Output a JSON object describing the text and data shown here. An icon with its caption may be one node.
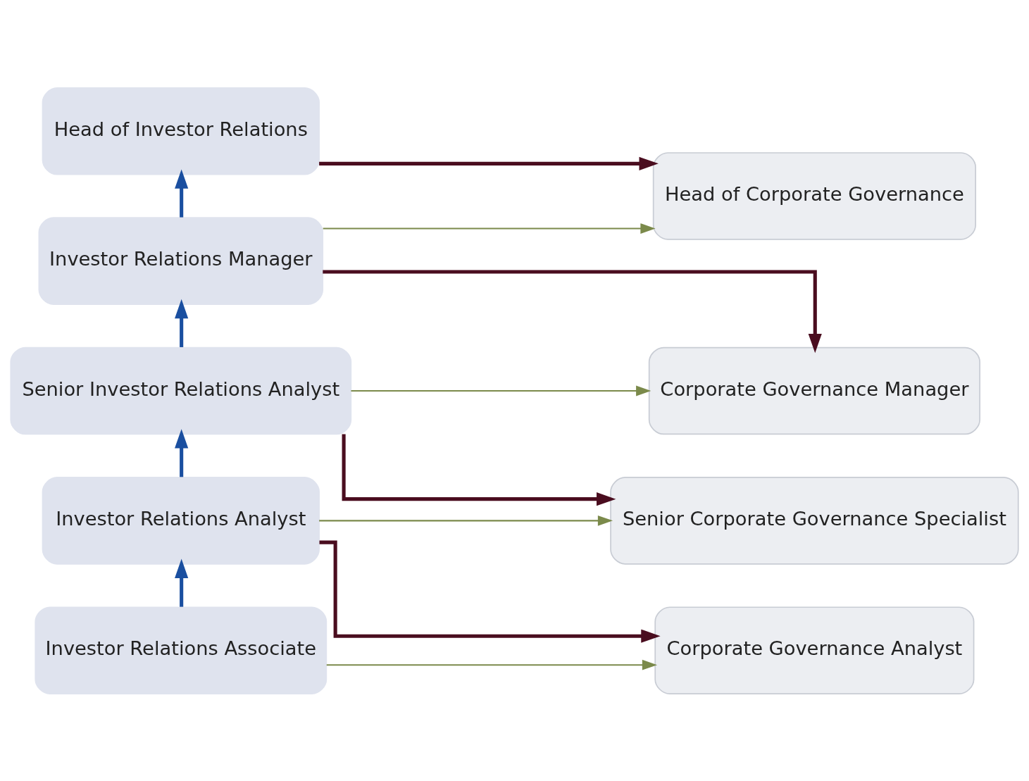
{
  "diagram": {
    "nodes": [
      {
        "text": [
          "Head of Investor Relations"
        ]
      },
      {
        "text": [
          "Investor Relations Manager"
        ]
      },
      {
        "text": [
          "Senior Investor Relations Analyst"
        ]
      },
      {
        "text": [
          "Investor Relations Analyst"
        ]
      },
      {
        "text": [
          "Investor Relations Associate"
        ]
      },
      {
        "text": [
          "Head of Corporate Governance"
        ]
      },
      {
        "text": [
          "Corporate Governance Manager"
        ]
      },
      {
        "text": [
          "Senior Corporate Governance Specialist"
        ]
      },
      {
        "text": [
          "Corporate Governance Analyst"
        ]
      }
    ],
    "edges": [
      {
        "from": 1,
        "to": 0,
        "arrow": "to",
        "color": "#1a4fa0"
      },
      {
        "from": 2,
        "to": 1,
        "arrow": "to",
        "color": "#1a4fa0"
      },
      {
        "from": 3,
        "to": 2,
        "arrow": "to",
        "color": "#1a4fa0"
      },
      {
        "from": 4,
        "to": 3,
        "arrow": "to",
        "color": "#1a4fa0"
      },
      {
        "from": 0,
        "to": 5,
        "arrow": "to",
        "color": "#4a0d1f"
      },
      {
        "from": 1,
        "to": 5,
        "arrow": "to",
        "color": "#7b8a4b"
      },
      {
        "from": 1,
        "to": 6,
        "arrow": "to",
        "color": "#4a0d1f"
      },
      {
        "from": 2,
        "to": 6,
        "arrow": "to",
        "color": "#7b8a4b"
      },
      {
        "from": 2,
        "to": 7,
        "arrow": "to",
        "color": "#4a0d1f"
      },
      {
        "from": 3,
        "to": 7,
        "arrow": "to",
        "color": "#7b8a4b"
      },
      {
        "from": 3,
        "to": 8,
        "arrow": "to",
        "color": "#4a0d1f"
      },
      {
        "from": 4,
        "to": 8,
        "arrow": "to",
        "color": "#7b8a4b"
      }
    ]
  }
}
